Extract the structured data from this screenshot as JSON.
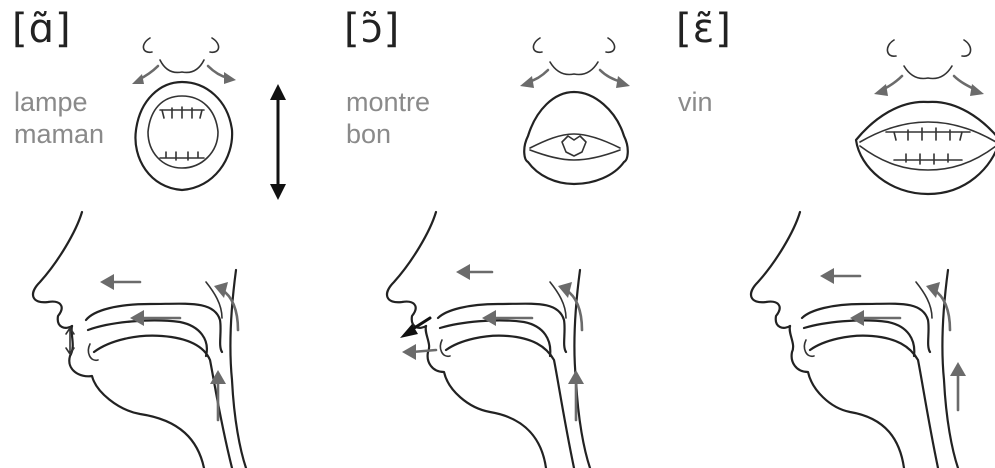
{
  "panels": [
    {
      "symbol": "[ɑ̃]",
      "words": [
        "lampe",
        "maman"
      ]
    },
    {
      "symbol": "[ɔ̃]",
      "words": [
        "montre",
        "bon"
      ]
    },
    {
      "symbol": "[ɛ̃]",
      "words": [
        "vin"
      ]
    }
  ]
}
